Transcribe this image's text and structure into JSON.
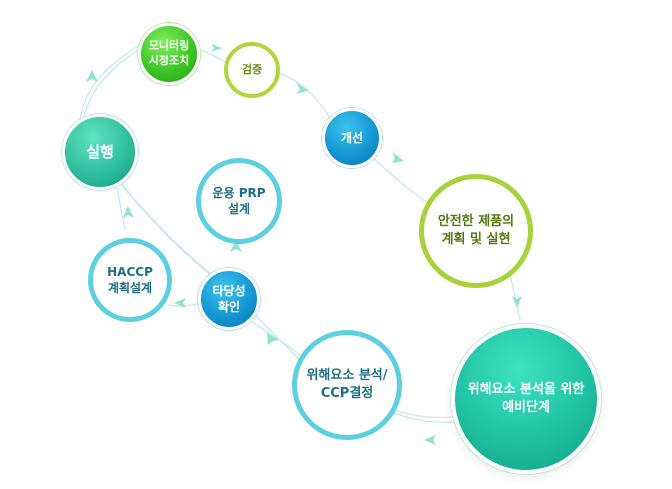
{
  "diagram": {
    "nodes": {
      "monitoring": "모니터링\n시정조치",
      "verification": "검증",
      "improvement": "개선",
      "planning": "안전한 제품의\n계획 및 실현",
      "preliminary": "위해요소 분석을 위한\n예비단계",
      "hazard_analysis": "위해요소 분석/\nCCP결정",
      "validation": "타당성\n확인",
      "haccp_plan": "HACCP\n계획설계",
      "oprp_design": "운용 PRP\n설계",
      "implementation": "실행"
    },
    "colors": {
      "outline_blue": "#5ccfe0",
      "outline_green": "#b1d63a",
      "fill_green": "#3ec526",
      "fill_teal": "#2fbf9e",
      "fill_blue": "#1597d2",
      "arrow": "#8fe3cf"
    }
  }
}
